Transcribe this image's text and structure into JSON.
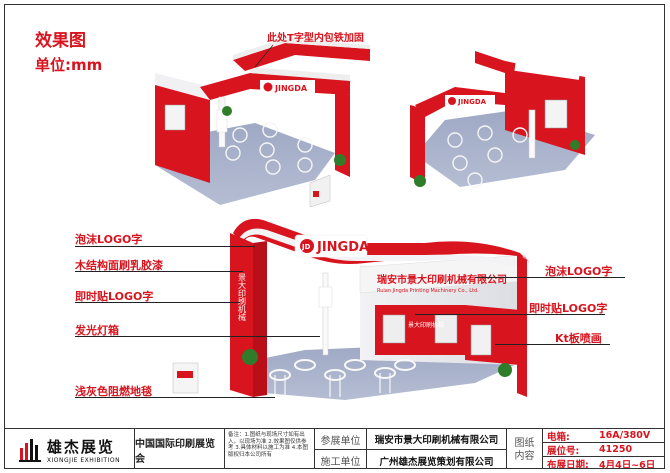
{
  "title": "效果图",
  "unit": "单位:mm",
  "brand": {
    "name": "JINGDA",
    "red": "#d8141e"
  },
  "company_sign": "瑞安市景大印刷机械有限公司",
  "company_sign_en": "Ruian Jingda Printing Machinery Co., Ltd.",
  "pillar_text": "景大印刷机械",
  "wall_text": "景大印刷机械",
  "callouts": {
    "top": "此处T字型内包铁加固",
    "left": [
      "泡沫LOGO字",
      "木结构面刷乳胶漆",
      "即时贴LOGO字",
      "发光灯箱",
      "浅灰色阻燃地毯"
    ],
    "right": [
      "泡沫LOGO字",
      "即时贴LOGO字",
      "Kt板喷画"
    ]
  },
  "footer": {
    "logo_cn": "雄杰展览",
    "logo_en": "XIONGJIE EXHIBITION",
    "project": "中国国际印刷展览会",
    "note": "备注：1.图纸与现场尺寸如有出入，以现场为准 2.效果图仅供参考 3.具体材料以施工为准 4.本图版权归本公司所有",
    "labels": [
      "参展单位",
      "施工单位"
    ],
    "values": [
      "瑞安市景大印刷机械有限公司",
      "广州雄杰展览策划有限公司"
    ],
    "drawing_label": "图纸内容",
    "specs": [
      {
        "key": "电箱:",
        "value": "16A/380V"
      },
      {
        "key": "展位号:",
        "value": "41250"
      },
      {
        "key": "布展日期:",
        "value": "4月4日~6日"
      }
    ]
  }
}
